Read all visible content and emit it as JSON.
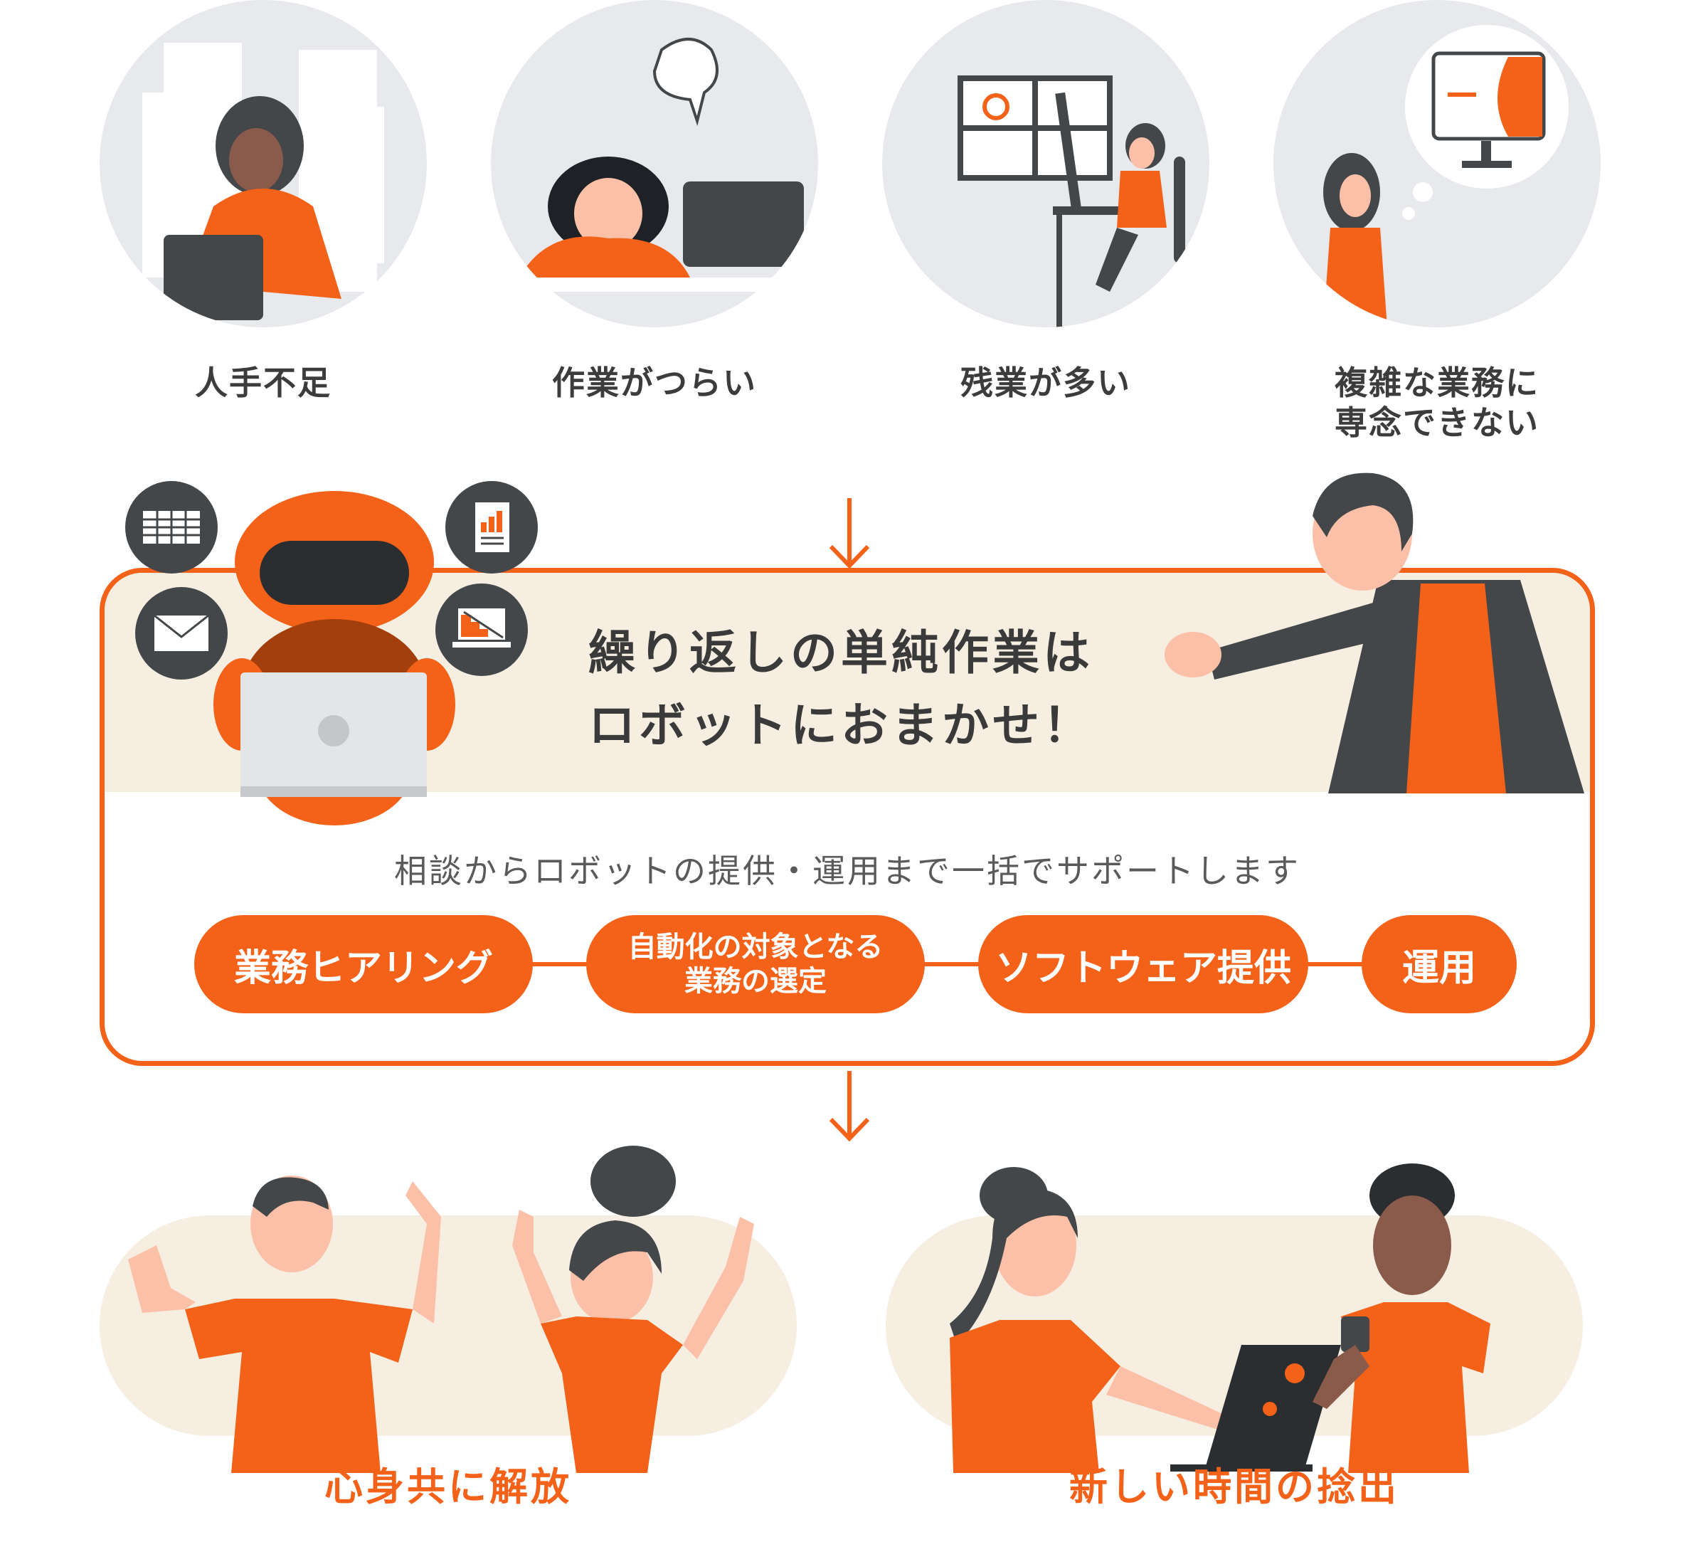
{
  "problems": [
    {
      "label": "人手不足"
    },
    {
      "label": "作業がつらい"
    },
    {
      "label": "残業が多い"
    },
    {
      "label": "複雑な業務に\n専念できない"
    }
  ],
  "solution": {
    "headline": "繰り返しの単純作業は\nロボットにおまかせ！",
    "subline": "相談からロボットの提供・運用まで一括でサポートします",
    "steps": [
      {
        "label": "業務ヒアリング"
      },
      {
        "label": "自動化の対象となる\n業務の選定"
      },
      {
        "label": "ソフトウェア提供"
      },
      {
        "label": "運用"
      }
    ]
  },
  "outcomes": [
    {
      "label": "心身共に解放"
    },
    {
      "label": "新しい時間の捻出"
    }
  ],
  "colors": {
    "accent": "#f4621a",
    "dark": "#444749",
    "circle_bg": "#e8e9ec",
    "cream": "#f5eee1",
    "skin": "#fcc0a8"
  },
  "icons": [
    "spreadsheet-icon",
    "report-chart-icon",
    "mail-icon",
    "laptop-chart-icon"
  ]
}
